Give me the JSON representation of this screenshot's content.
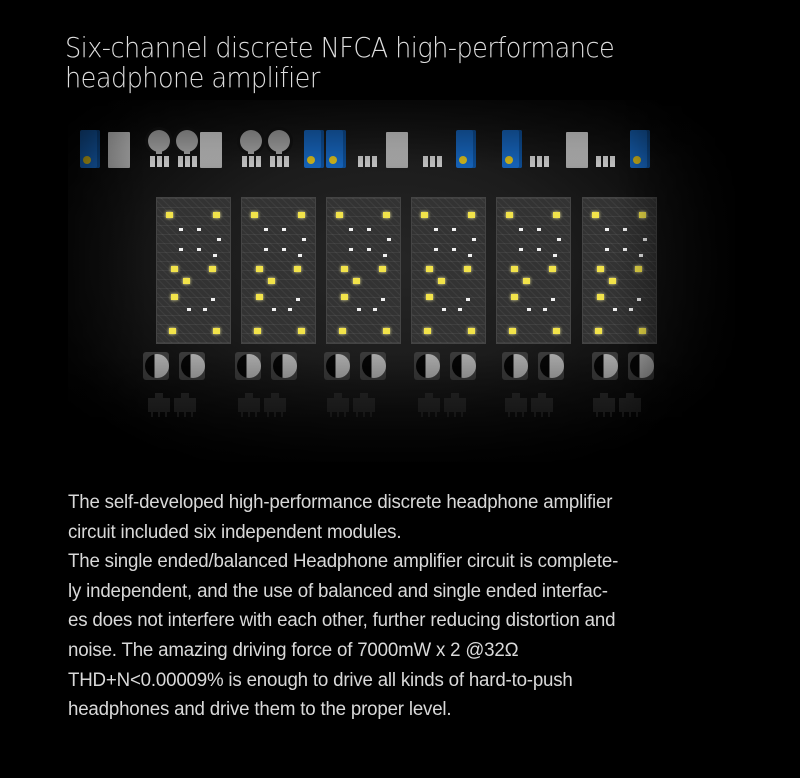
{
  "header": {
    "title_line1": "Six-channel discrete NFCA high-performance",
    "title_line2": "headphone amplifier"
  },
  "image": {
    "alt": "Circuit board with six discrete headphone amplifier modules",
    "module_count": 6,
    "colors": {
      "potentiometer": "#1560b4",
      "pot_screw": "#c9b01c",
      "led_highlight": "#f2e34a",
      "pcb": "#333333"
    }
  },
  "description": {
    "lines": [
      "The self-developed high-performance discrete headphone amplifier",
      "circuit included six independent modules.",
      "The single ended/balanced Headphone amplifier circuit is complete-",
      "ly independent, and the use of balanced and single ended interfac-",
      "es does not interfere with each other, further reducing distortion and",
      "noise. The amazing driving force of 7000mW x 2 @32Ω",
      "THD+N<0.00009% is enough to drive all kinds of hard-to-push",
      "headphones and drive them to the proper level."
    ]
  },
  "specs": {
    "output_power": "7000mW x 2 @32Ω",
    "thd_n": "THD+N<0.00009%"
  }
}
